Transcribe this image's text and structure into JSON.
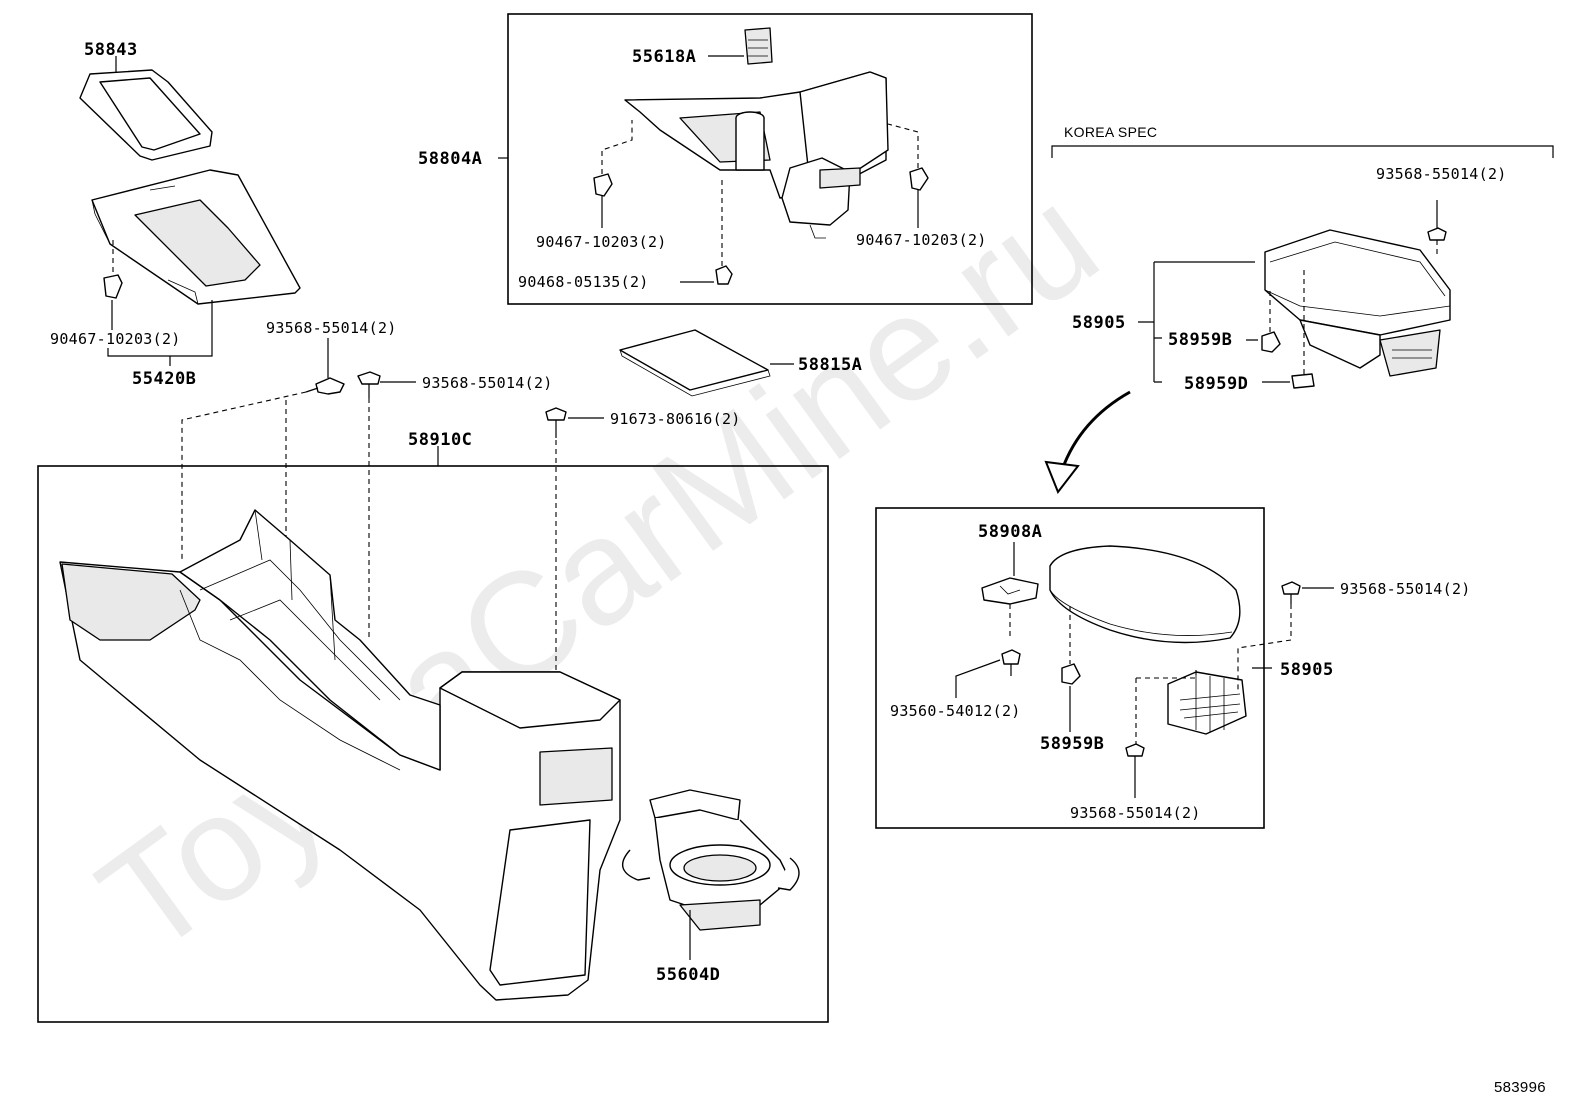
{
  "watermark": "ToyotaCarMine.ru",
  "diagram_id": "583996",
  "korea_spec_label": "KOREA SPEC",
  "labels": {
    "p58843": "58843",
    "p55420b": "55420B",
    "p90467_left": "90467-10203(2)",
    "p93568_a": "93568-55014(2)",
    "p93568_b": "93568-55014(2)",
    "p91673": "91673-80616(2)",
    "p58910c": "58910C",
    "p55604d": "55604D",
    "p55618a": "55618A",
    "p58804a": "58804A",
    "p90467_mid_l": "90467-10203(2)",
    "p90467_mid_r": "90467-10203(2)",
    "p90468": "90468-05135(2)",
    "p58815a": "58815A",
    "p93568_korea": "93568-55014(2)",
    "p58905_korea": "58905",
    "p58959b_korea": "58959B",
    "p58959d_korea": "58959D",
    "p58908a": "58908A",
    "p93568_detail_r": "93568-55014(2)",
    "p58905_detail": "58905",
    "p93560": "93560-54012(2)",
    "p58959b_detail": "58959B",
    "p93568_detail_b": "93568-55014(2)"
  }
}
